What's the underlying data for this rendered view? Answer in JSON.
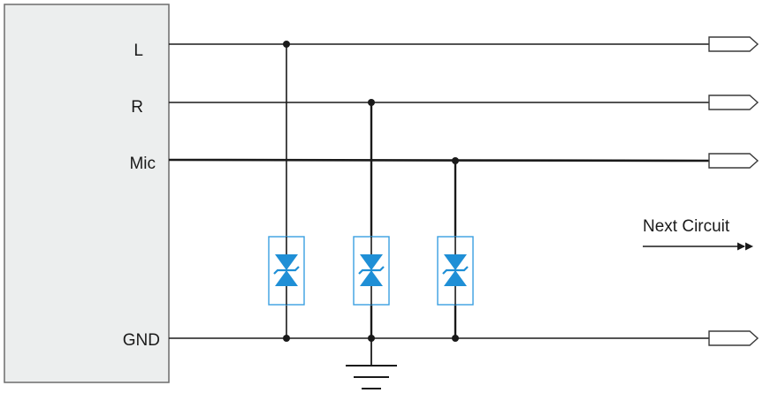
{
  "diagram": {
    "type": "circuit-schematic",
    "pins": [
      {
        "id": "L",
        "label": "L"
      },
      {
        "id": "R",
        "label": "R"
      },
      {
        "id": "Mic",
        "label": "Mic"
      },
      {
        "id": "GND",
        "label": "GND"
      }
    ],
    "next_circuit_label": "Next Circuit",
    "protection_devices": [
      {
        "id": "tvs-L",
        "connects": [
          "L",
          "GND"
        ]
      },
      {
        "id": "tvs-R",
        "connects": [
          "R",
          "GND"
        ]
      },
      {
        "id": "tvs-Mic",
        "connects": [
          "Mic",
          "GND"
        ]
      }
    ],
    "colors": {
      "wire": "#1a1a1a",
      "device": "#1f8fd6",
      "device_outline": "#3aa0e0",
      "block_fill": "#eceeee",
      "block_border": "#6c6c6c"
    }
  }
}
